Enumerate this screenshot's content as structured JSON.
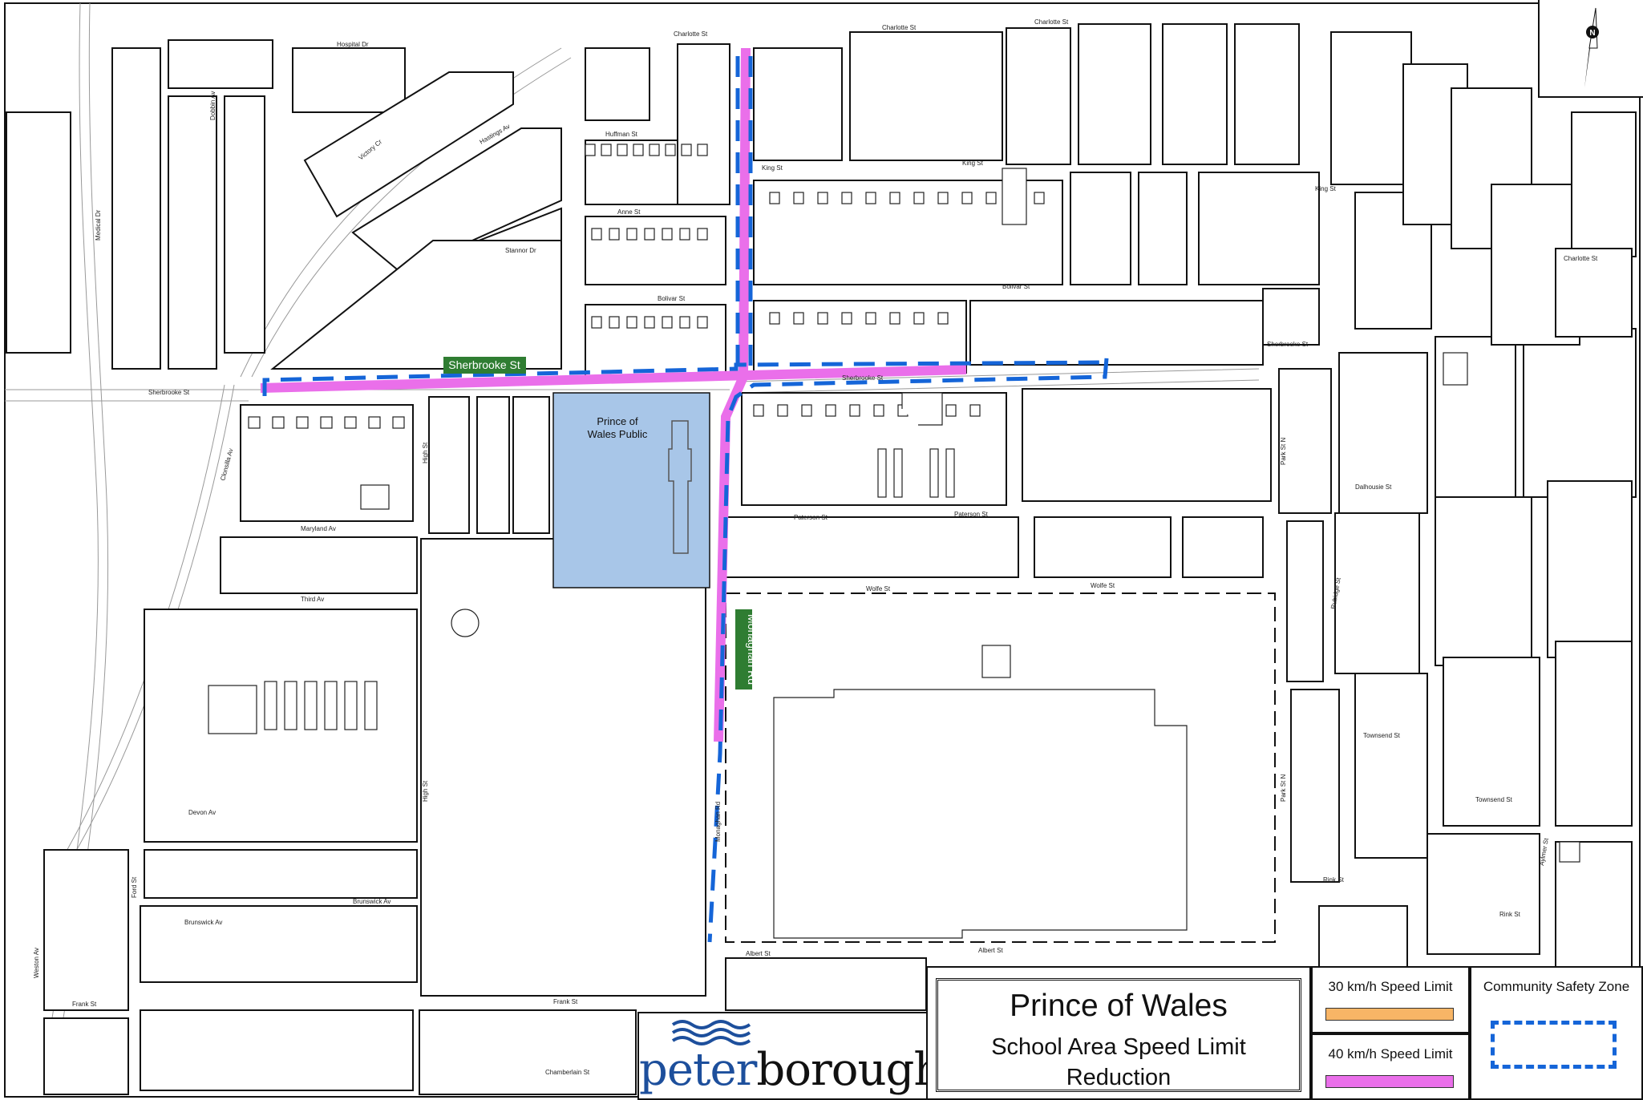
{
  "map": {
    "title": "Prince of Wales",
    "subtitle": "School Area Speed Limit Reduction",
    "school_label": "Prince of Wales Public",
    "callout_sherbrooke": "Sherbrooke St",
    "callout_monaghan": "Monaghan Rd",
    "brand": "peterborough",
    "colors": {
      "speed_30": "#f8b566",
      "speed_40": "#ea6fea",
      "safety_zone": "#1565d8",
      "school_fill": "#a8c6e8",
      "callout_green": "#2f7d32"
    },
    "icons": [
      "north-arrow-icon",
      "peterborough-waves-logo"
    ]
  },
  "legend": {
    "speed_30": "30 km/h Speed Limit",
    "speed_40": "40 km/h Speed Limit",
    "safety_zone": "Community Safety Zone"
  },
  "streets": {
    "charlotte": "Charlotte St",
    "hospital": "Hospital Dr",
    "king": "King St",
    "bolivar": "Bolivar St",
    "sherbrooke": "Sherbrooke St",
    "paterson": "Paterson St",
    "wolfe": "Wolfe St",
    "albert": "Albert St",
    "frank": "Frank St",
    "maryland": "Maryland Av",
    "third": "Third Av",
    "brunswick": "Brunswick Av",
    "devon": "Devon Av",
    "chamberlain": "Chamberlain St",
    "anne": "Anne St",
    "huffman": "Huffman St",
    "stannor": "Stannor Dr",
    "hastings": "Hastings Av",
    "monaghan": "Monaghan Rd",
    "high": "High St",
    "park": "Park St N",
    "dalhousie": "Dalhousie St",
    "townsend": "Townsend St",
    "rink": "Rink St",
    "clonsilla": "Clonsilla Av",
    "medical": "Medical Dr",
    "victory": "Victory Cr",
    "dobbin": "Dobbin Av",
    "weston": "Weston Av",
    "ford": "Ford St",
    "rubidge": "Rubidge St",
    "aylmer": "Aylmer St"
  }
}
